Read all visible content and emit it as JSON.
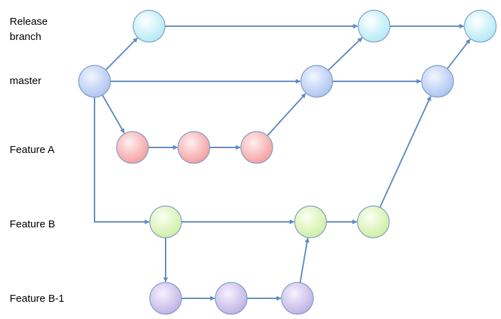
{
  "lanes": {
    "release": "Release branch",
    "master": "master",
    "feature_a": "Feature A",
    "feature_b": "Feature B",
    "feature_b1": "Feature B-1"
  },
  "colors": {
    "arrow": "#5f8bbf",
    "node_stroke": "#7a9cc4",
    "release_fill": "#ccf2fb",
    "master_fill": "#c6d6f7",
    "feature_a_fill": "#f9bcbc",
    "feature_b_fill": "#e2f7c6",
    "feature_b1_fill": "#d4c9ec"
  }
}
